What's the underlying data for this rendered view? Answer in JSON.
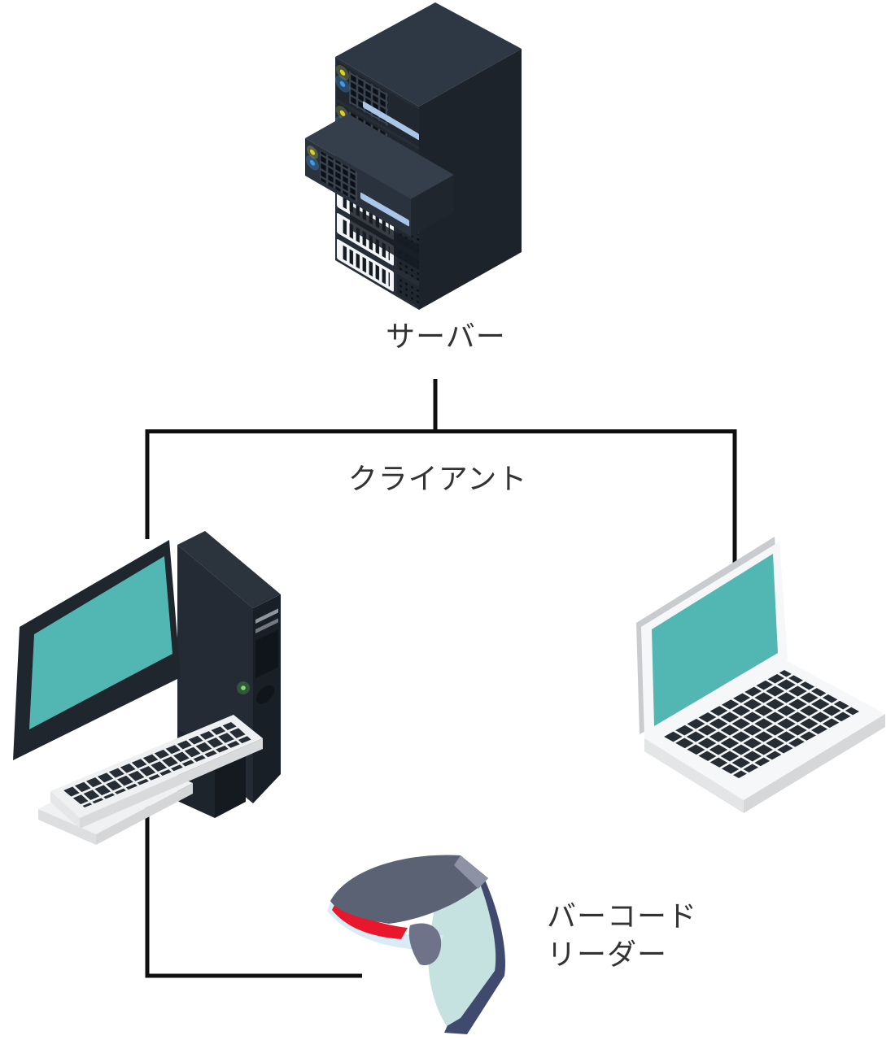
{
  "diagram": {
    "type": "network-topology-illustration",
    "nodes": {
      "server": {
        "label": "サーバー"
      },
      "clients": {
        "label": "クライアント"
      },
      "desktop": {
        "description": "desktop-computer"
      },
      "laptop": {
        "description": "laptop-computer"
      },
      "barcode_reader": {
        "label_lines": [
          "バーコード",
          "リーダー"
        ]
      }
    },
    "colors": {
      "line": "#0f0f0f",
      "text": "#333333",
      "screen_teal": "#52b7b3",
      "device_dark": "#262e38",
      "device_side_dark": "#1c232b",
      "laptop_body": "#f6f7f8",
      "scanner_head": "#5b6273",
      "scanner_red": "#e8172b",
      "scanner_handle": "#c5e2e0",
      "scanner_navy": "#404a6e",
      "server_stripe": "#a9c6e8",
      "led_yellow": "#d6d32e",
      "led_blue": "#3f9ce8"
    }
  }
}
